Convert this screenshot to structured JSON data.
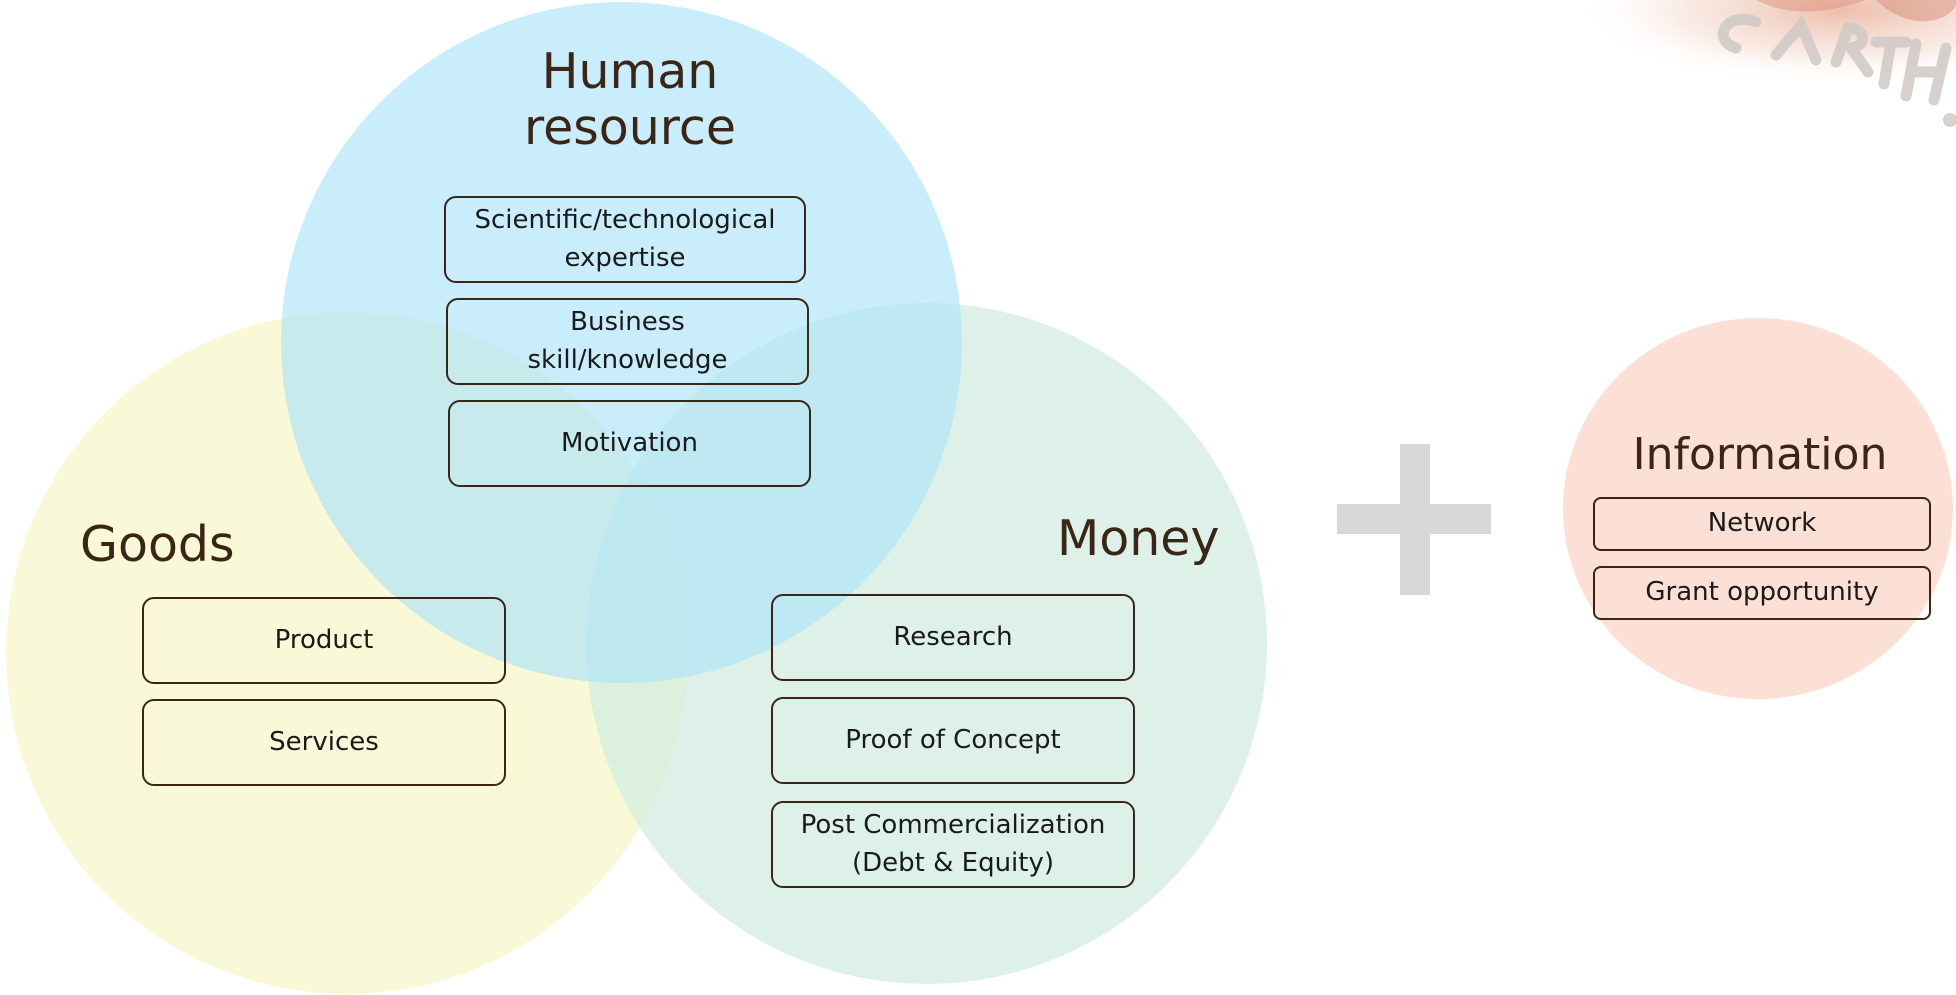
{
  "human_resource": {
    "title": "Human resource",
    "items": [
      "Scientific/technological expertise",
      "Business skill/knowledge",
      "Motivation"
    ]
  },
  "goods": {
    "title": "Goods",
    "items": [
      "Product",
      "Services"
    ]
  },
  "money": {
    "title": "Money",
    "items": [
      "Research",
      "Proof of Concept",
      "Post Commercialization (Debt & Equity)"
    ]
  },
  "information": {
    "title": "Information",
    "items": [
      "Network",
      "Grant opportunity"
    ]
  },
  "connector": {
    "symbol": "plus-icon"
  },
  "decoration": {
    "logo_fragment": "EARTH!"
  },
  "colors": {
    "human_resource_fill": "#b0e4f8",
    "goods_fill": "#f8f7cd",
    "money_fill": "#d0ece1",
    "information_fill": "#fcdace",
    "plus": "#d8d8d8",
    "text": "#3b2516"
  }
}
